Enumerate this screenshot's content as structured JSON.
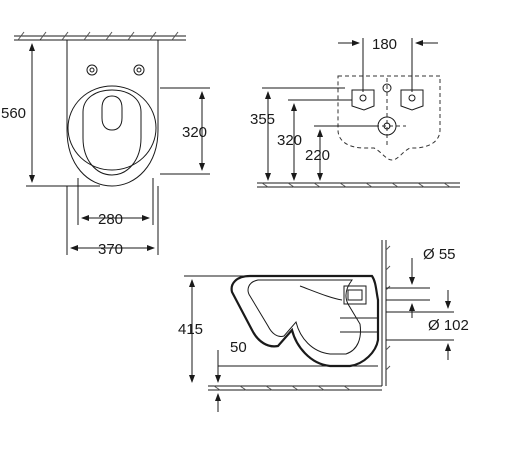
{
  "front_view": {
    "height_label": "560",
    "bowl_depth_label": "320",
    "inner_width_label": "280",
    "outer_width_label": "370"
  },
  "rear_view": {
    "bolt_spacing_label": "180",
    "bolt_height_label": "355",
    "outlet_height_label": "320",
    "inlet_height_label": "220"
  },
  "side_view": {
    "pipe_diameter_label": "Ø 55",
    "outlet_diameter_label": "Ø 102",
    "total_height_label": "415",
    "offset_label": "50"
  }
}
